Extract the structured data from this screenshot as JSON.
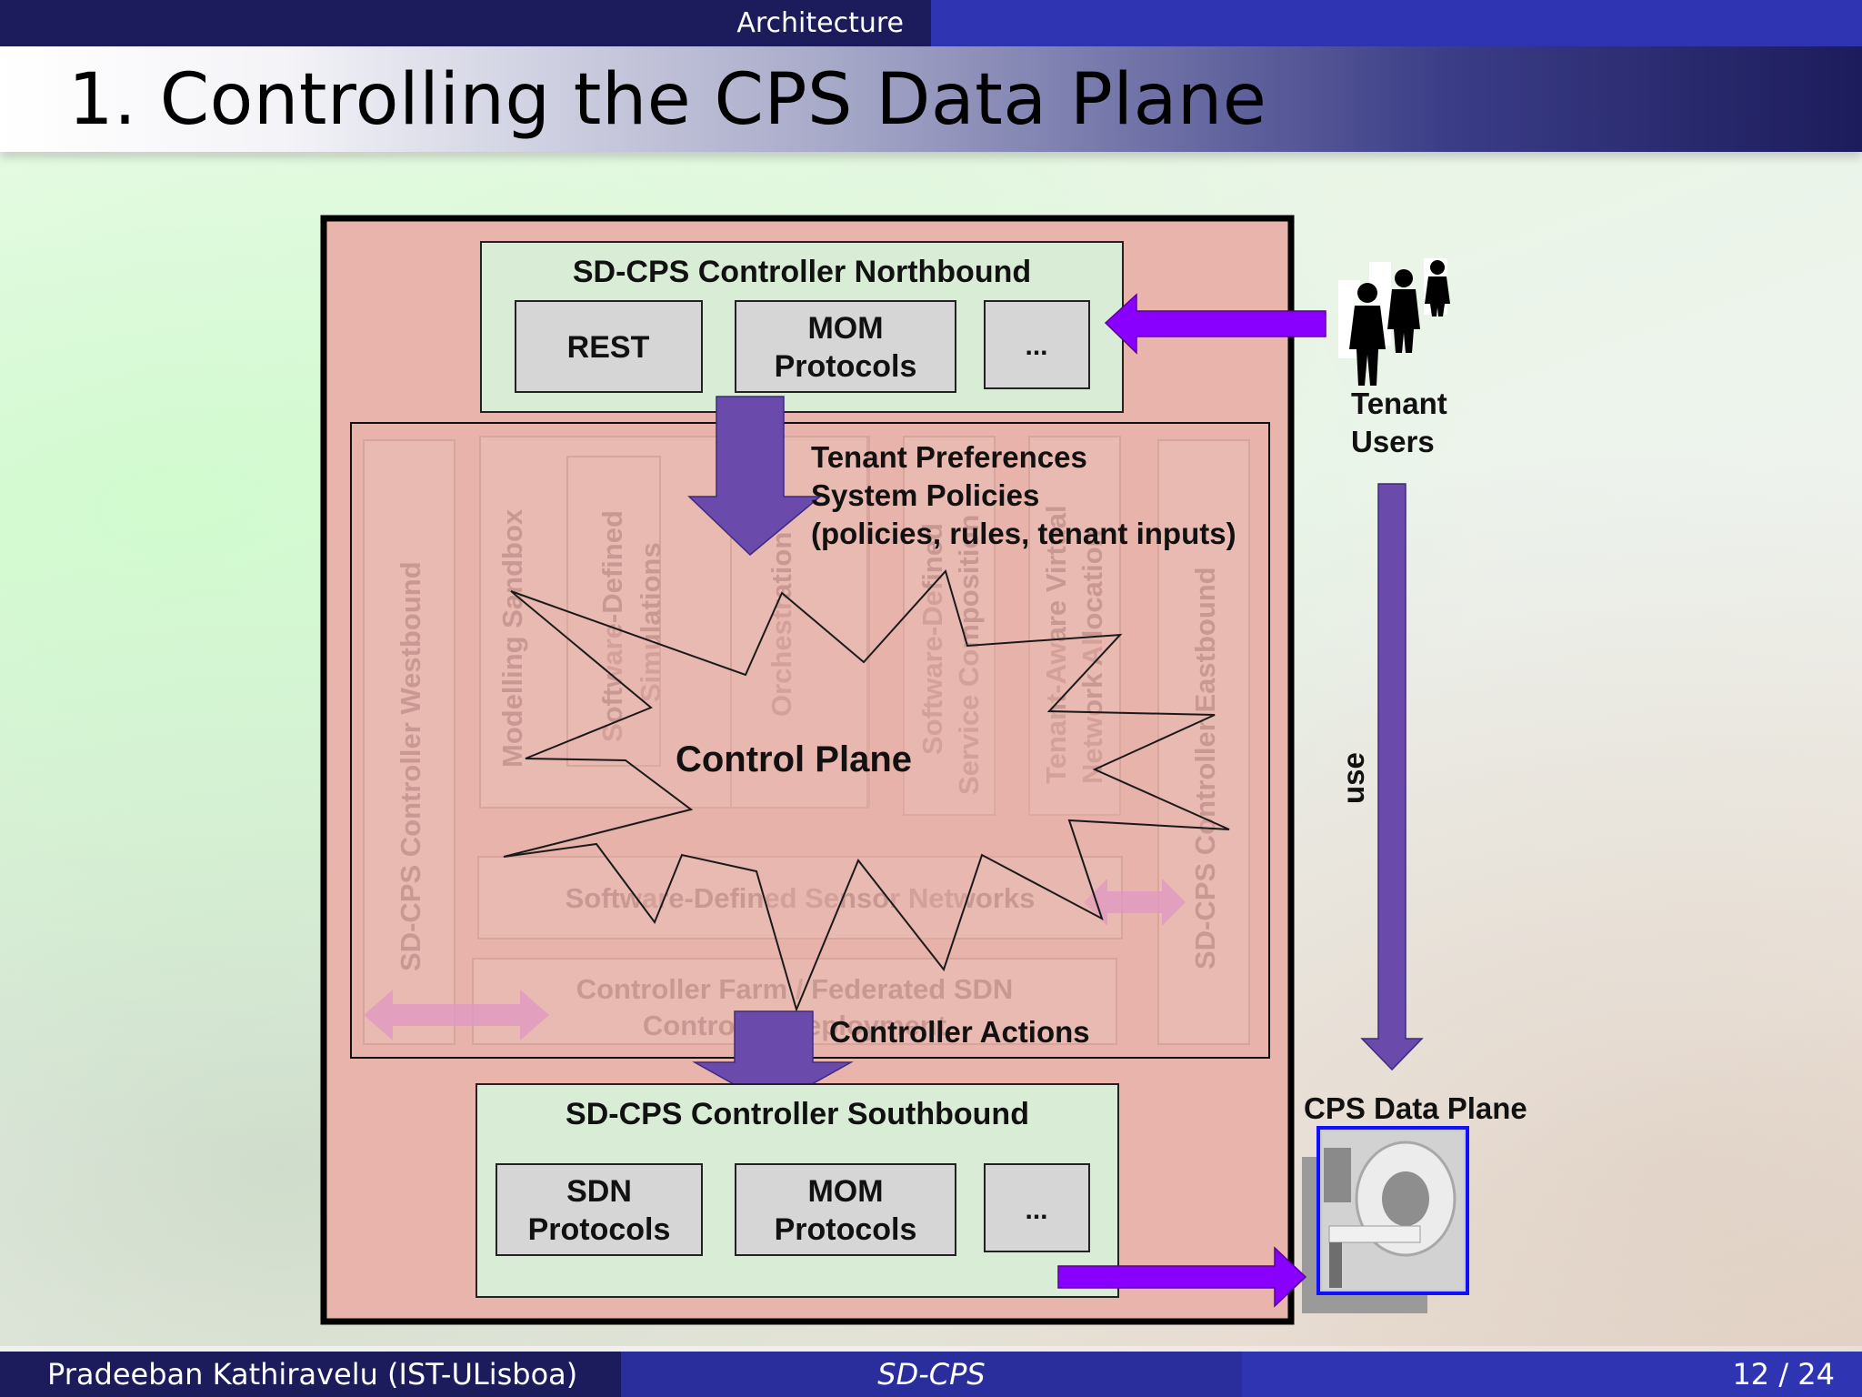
{
  "header": {
    "section": "Architecture",
    "title": "1. Controlling the CPS Data Plane"
  },
  "footer": {
    "author": "Pradeeban Kathiravelu  (IST-ULisboa)",
    "short_title": "SD-CPS",
    "page": "12 / 24"
  },
  "diagram": {
    "northbound": {
      "title": "SD-CPS Controller Northbound",
      "boxes": [
        "REST",
        "MOM",
        "Protocols",
        "..."
      ]
    },
    "southbound": {
      "title": "SD-CPS Controller Southbound",
      "boxes": [
        "SDN",
        "Protocols",
        "MOM",
        "Protocols",
        "..."
      ]
    },
    "faded_modules": {
      "westbound": "SD-CPS Controller Westbound",
      "eastbound": "SD-CPS Controller Eastbound",
      "sandbox": "Modelling Sandbox",
      "simulations_1": "Software-Defined",
      "simulations_2": "Simulations",
      "orchestration": "Orchestration",
      "service_1": "Software-Defined",
      "service_2": "Service Composition",
      "network_1": "Tenant-Aware Virtual",
      "network_2": "Network Allocation",
      "sensor": "Software-Defined Sensor Networks",
      "farm_1": "Controller Farm / Federated SDN",
      "farm_2": "Controller Deployment"
    },
    "control_plane": "Control Plane",
    "tenant_inputs": [
      "Tenant Preferences",
      "System Policies",
      "(policies, rules, tenant inputs)"
    ],
    "controller_actions": "Controller Actions",
    "tenant_users": [
      "Tenant",
      "Users"
    ],
    "use_label": "use",
    "data_plane": "CPS Data Plane"
  },
  "colors": {
    "outer_fill": "#e8b4ac",
    "module_fill": "#d9ecd6",
    "box_fill": "#d6d6d6",
    "arrow_purple": "#6a4aaa",
    "arrow_violet": "#8a00ff",
    "faded_arrow": "#e19abf"
  }
}
